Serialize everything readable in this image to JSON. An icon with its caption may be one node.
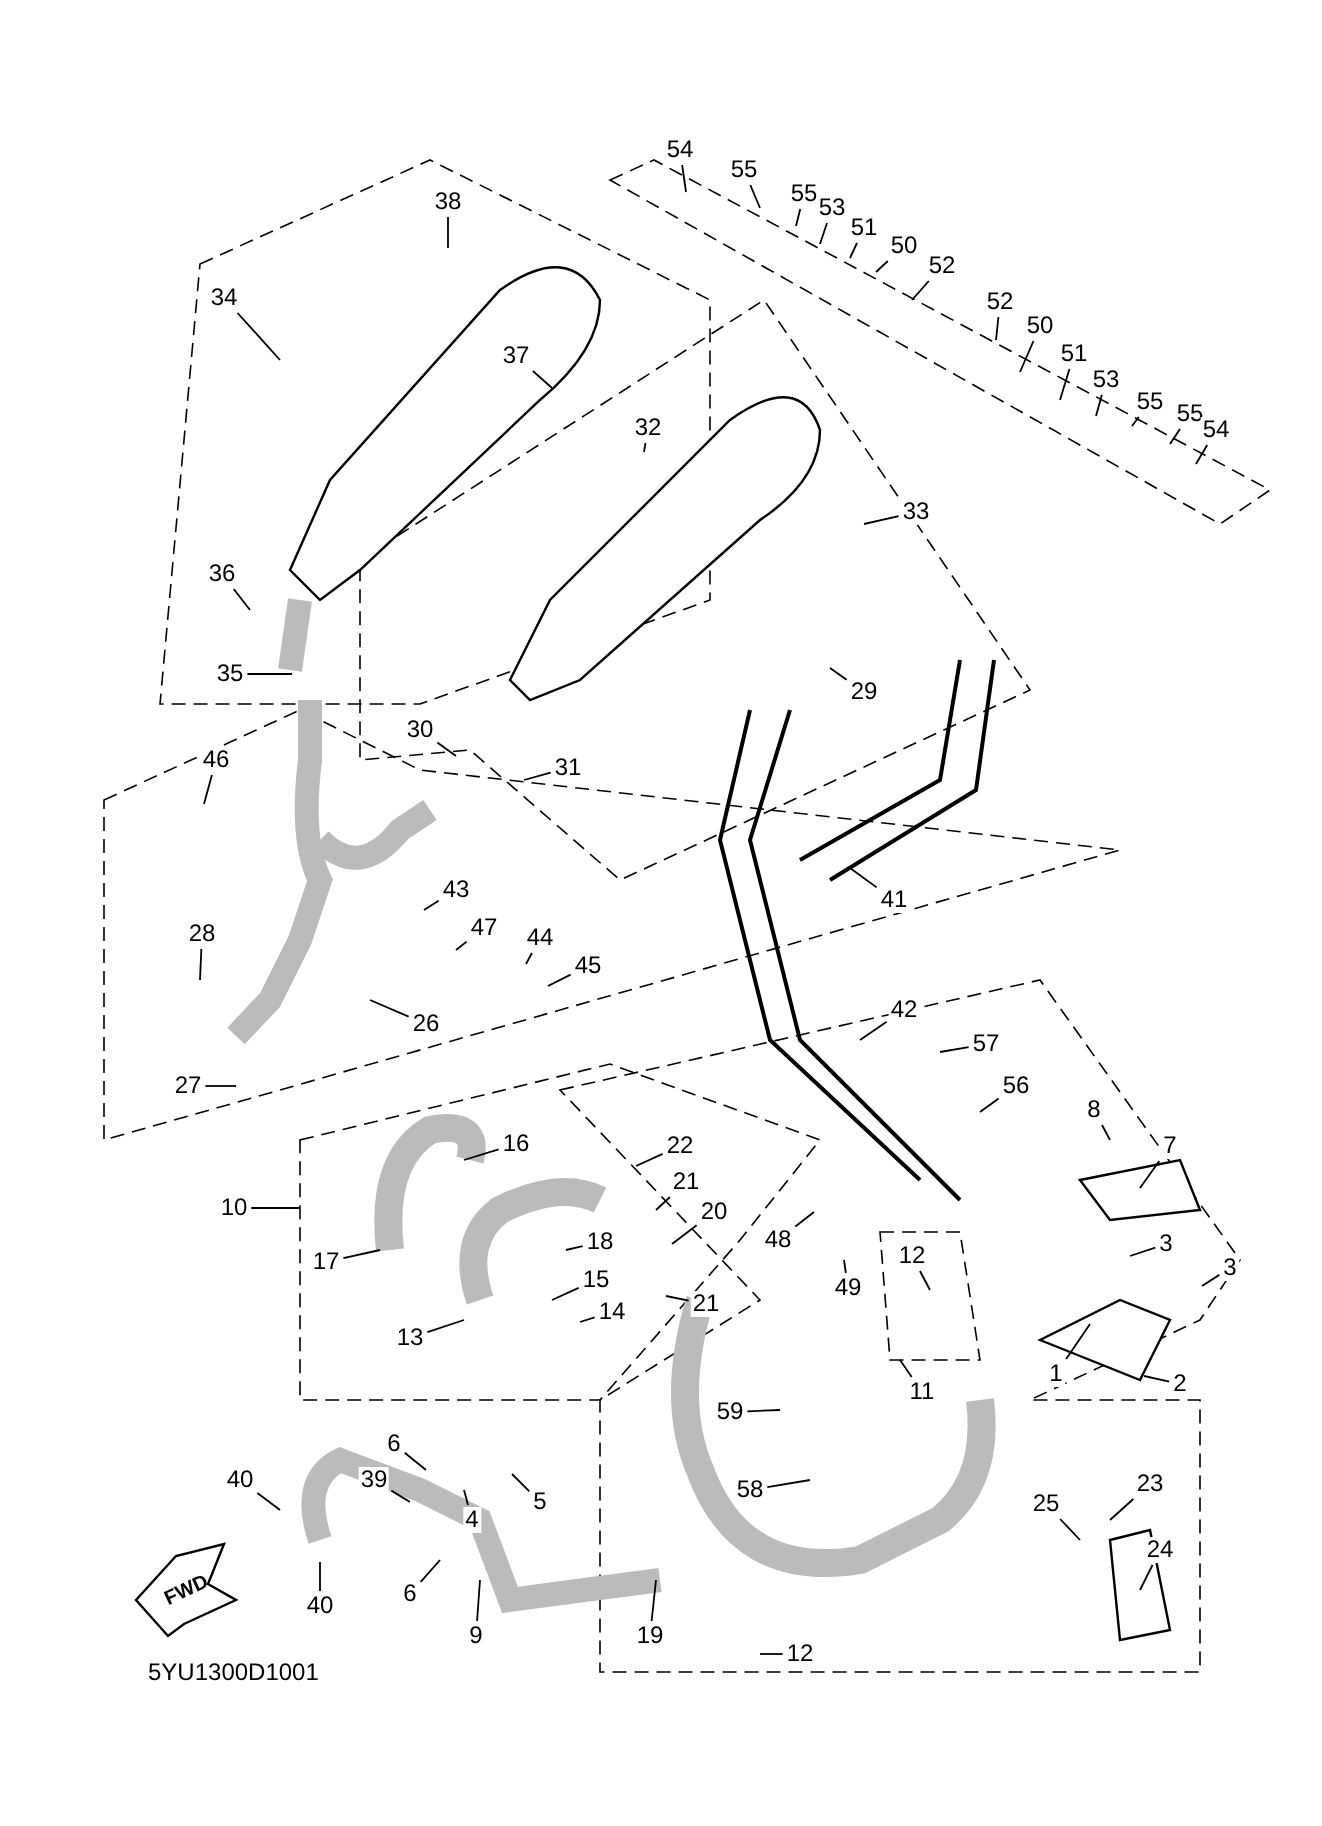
{
  "diagram": {
    "nodes": [
      {
        "text": [
          "54"
        ]
      },
      {
        "text": [
          "55"
        ]
      },
      {
        "text": [
          "55"
        ]
      },
      {
        "text": [
          "53"
        ]
      },
      {
        "text": [
          "51"
        ]
      },
      {
        "text": [
          "50"
        ]
      },
      {
        "text": [
          "52"
        ]
      },
      {
        "text": [
          "52"
        ]
      },
      {
        "text": [
          "50"
        ]
      },
      {
        "text": [
          "51"
        ]
      },
      {
        "text": [
          "53"
        ]
      },
      {
        "text": [
          "55"
        ]
      },
      {
        "text": [
          "55"
        ]
      },
      {
        "text": [
          "54"
        ]
      },
      {
        "text": [
          "38"
        ]
      },
      {
        "text": [
          "34"
        ]
      },
      {
        "text": [
          "37"
        ]
      },
      {
        "text": [
          "32"
        ]
      },
      {
        "text": [
          "33"
        ]
      },
      {
        "text": [
          "36"
        ]
      },
      {
        "text": [
          "35"
        ]
      },
      {
        "text": [
          "29"
        ]
      },
      {
        "text": [
          "30"
        ]
      },
      {
        "text": [
          "31"
        ]
      },
      {
        "text": [
          "46"
        ]
      },
      {
        "text": [
          "41"
        ]
      },
      {
        "text": [
          "43"
        ]
      },
      {
        "text": [
          "47"
        ]
      },
      {
        "text": [
          "44"
        ]
      },
      {
        "text": [
          "45"
        ]
      },
      {
        "text": [
          "28"
        ]
      },
      {
        "text": [
          "26"
        ]
      },
      {
        "text": [
          "27"
        ]
      },
      {
        "text": [
          "42"
        ]
      },
      {
        "text": [
          "57"
        ]
      },
      {
        "text": [
          "56"
        ]
      },
      {
        "text": [
          "8"
        ]
      },
      {
        "text": [
          "7"
        ]
      },
      {
        "text": [
          "10"
        ]
      },
      {
        "text": [
          "16"
        ]
      },
      {
        "text": [
          "22"
        ]
      },
      {
        "text": [
          "21"
        ]
      },
      {
        "text": [
          "20"
        ]
      },
      {
        "text": [
          "18"
        ]
      },
      {
        "text": [
          "17"
        ]
      },
      {
        "text": [
          "48"
        ]
      },
      {
        "text": [
          "12"
        ]
      },
      {
        "text": [
          "49"
        ]
      },
      {
        "text": [
          "15"
        ]
      },
      {
        "text": [
          "14"
        ]
      },
      {
        "text": [
          "21"
        ]
      },
      {
        "text": [
          "13"
        ]
      },
      {
        "text": [
          "3"
        ]
      },
      {
        "text": [
          "3"
        ]
      },
      {
        "text": [
          "1"
        ]
      },
      {
        "text": [
          "11"
        ]
      },
      {
        "text": [
          "2"
        ]
      },
      {
        "text": [
          "59"
        ]
      },
      {
        "text": [
          "6"
        ]
      },
      {
        "text": [
          "39"
        ]
      },
      {
        "text": [
          "5"
        ]
      },
      {
        "text": [
          "58"
        ]
      },
      {
        "text": [
          "23"
        ]
      },
      {
        "text": [
          "40"
        ]
      },
      {
        "text": [
          "4"
        ]
      },
      {
        "text": [
          "25"
        ]
      },
      {
        "text": [
          "24"
        ]
      },
      {
        "text": [
          "6"
        ]
      },
      {
        "text": [
          "40"
        ]
      },
      {
        "text": [
          "9"
        ]
      },
      {
        "text": [
          "19"
        ]
      },
      {
        "text": [
          "12"
        ]
      }
    ],
    "edges": [
      {
        "from": 0,
        "to": null,
        "arrow": "none"
      },
      {
        "from": 1,
        "to": null,
        "arrow": "none"
      },
      {
        "from": 2,
        "to": null,
        "arrow": "none"
      },
      {
        "from": 3,
        "to": null,
        "arrow": "none"
      },
      {
        "from": 4,
        "to": null,
        "arrow": "none"
      },
      {
        "from": 5,
        "to": null,
        "arrow": "none"
      },
      {
        "from": 6,
        "to": null,
        "arrow": "none"
      },
      {
        "from": 7,
        "to": null,
        "arrow": "none"
      },
      {
        "from": 8,
        "to": null,
        "arrow": "none"
      },
      {
        "from": 9,
        "to": null,
        "arrow": "none"
      },
      {
        "from": 10,
        "to": null,
        "arrow": "none"
      },
      {
        "from": 11,
        "to": null,
        "arrow": "none"
      },
      {
        "from": 12,
        "to": null,
        "arrow": "none"
      },
      {
        "from": 13,
        "to": null,
        "arrow": "none"
      },
      {
        "from": 14,
        "to": null,
        "arrow": "none"
      },
      {
        "from": 15,
        "to": null,
        "arrow": "none"
      },
      {
        "from": 16,
        "to": null,
        "arrow": "none"
      },
      {
        "from": 17,
        "to": null,
        "arrow": "none"
      },
      {
        "from": 18,
        "to": null,
        "arrow": "none"
      },
      {
        "from": 19,
        "to": null,
        "arrow": "none"
      },
      {
        "from": 20,
        "to": null,
        "arrow": "none"
      },
      {
        "from": 21,
        "to": null,
        "arrow": "none"
      },
      {
        "from": 22,
        "to": null,
        "arrow": "none"
      },
      {
        "from": 23,
        "to": null,
        "arrow": "none"
      },
      {
        "from": 24,
        "to": null,
        "arrow": "none"
      },
      {
        "from": 25,
        "to": null,
        "arrow": "none"
      },
      {
        "from": 26,
        "to": null,
        "arrow": "none"
      },
      {
        "from": 27,
        "to": null,
        "arrow": "none"
      },
      {
        "from": 28,
        "to": null,
        "arrow": "none"
      },
      {
        "from": 29,
        "to": null,
        "arrow": "none"
      },
      {
        "from": 30,
        "to": null,
        "arrow": "none"
      },
      {
        "from": 31,
        "to": null,
        "arrow": "none"
      },
      {
        "from": 32,
        "to": null,
        "arrow": "none"
      },
      {
        "from": 33,
        "to": null,
        "arrow": "none"
      },
      {
        "from": 34,
        "to": null,
        "arrow": "none"
      },
      {
        "from": 35,
        "to": null,
        "arrow": "none"
      },
      {
        "from": 36,
        "to": null,
        "arrow": "none"
      },
      {
        "from": 37,
        "to": null,
        "arrow": "none"
      },
      {
        "from": 38,
        "to": null,
        "arrow": "none"
      },
      {
        "from": 39,
        "to": null,
        "arrow": "none"
      },
      {
        "from": 40,
        "to": null,
        "arrow": "none"
      },
      {
        "from": 41,
        "to": null,
        "arrow": "none"
      },
      {
        "from": 42,
        "to": null,
        "arrow": "none"
      },
      {
        "from": 43,
        "to": null,
        "arrow": "none"
      },
      {
        "from": 44,
        "to": null,
        "arrow": "none"
      },
      {
        "from": 45,
        "to": null,
        "arrow": "none"
      },
      {
        "from": 46,
        "to": null,
        "arrow": "none"
      },
      {
        "from": 47,
        "to": null,
        "arrow": "none"
      },
      {
        "from": 48,
        "to": null,
        "arrow": "none"
      },
      {
        "from": 49,
        "to": null,
        "arrow": "none"
      },
      {
        "from": 50,
        "to": null,
        "arrow": "none"
      },
      {
        "from": 51,
        "to": null,
        "arrow": "none"
      },
      {
        "from": 52,
        "to": null,
        "arrow": "none"
      },
      {
        "from": 53,
        "to": null,
        "arrow": "none"
      },
      {
        "from": 54,
        "to": null,
        "arrow": "none"
      },
      {
        "from": 55,
        "to": null,
        "arrow": "none"
      },
      {
        "from": 56,
        "to": null,
        "arrow": "none"
      },
      {
        "from": 57,
        "to": null,
        "arrow": "none"
      },
      {
        "from": 58,
        "to": null,
        "arrow": "none"
      },
      {
        "from": 59,
        "to": null,
        "arrow": "none"
      },
      {
        "from": 60,
        "to": null,
        "arrow": "none"
      },
      {
        "from": 61,
        "to": null,
        "arrow": "none"
      },
      {
        "from": 62,
        "to": null,
        "arrow": "none"
      },
      {
        "from": 63,
        "to": null,
        "arrow": "none"
      },
      {
        "from": 64,
        "to": null,
        "arrow": "none"
      },
      {
        "from": 65,
        "to": null,
        "arrow": "none"
      },
      {
        "from": 66,
        "to": null,
        "arrow": "none"
      },
      {
        "from": 67,
        "to": null,
        "arrow": "none"
      },
      {
        "from": 68,
        "to": null,
        "arrow": "none"
      },
      {
        "from": 69,
        "to": null,
        "arrow": "none"
      },
      {
        "from": 70,
        "to": null,
        "arrow": "none"
      },
      {
        "from": 71,
        "to": null,
        "arrow": "none"
      }
    ],
    "labels": [
      "FWD",
      "5YU1300D1001"
    ]
  }
}
